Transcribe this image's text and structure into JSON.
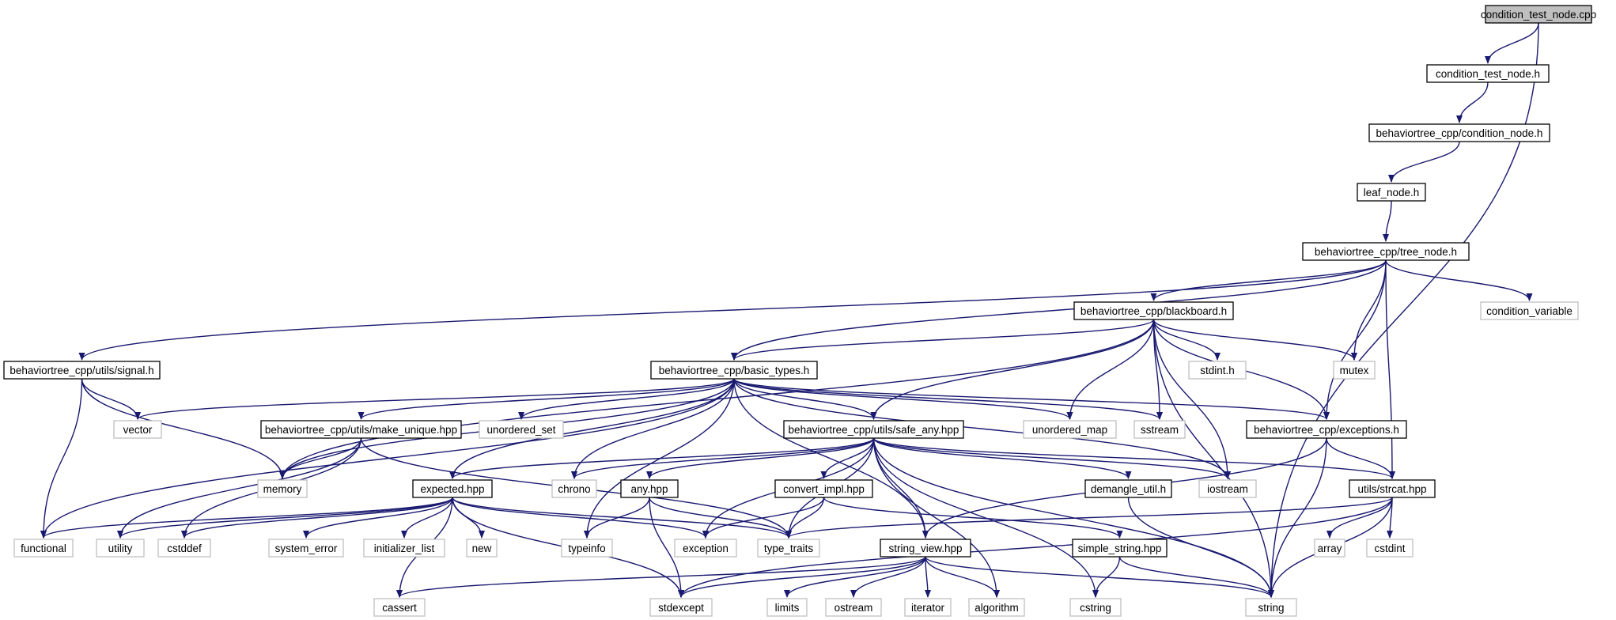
{
  "graph": {
    "colors": {
      "edge": "#191970",
      "local_border": "#000000",
      "system_border": "#bfbfbf",
      "root_fill": "#bfbfbf",
      "text": "#000000"
    },
    "nodes": [
      {
        "id": "root",
        "label": "condition_test_node.cpp",
        "kind": "root"
      },
      {
        "id": "cth",
        "label": "condition_test_node.h",
        "kind": "local"
      },
      {
        "id": "cnh",
        "label": "behaviortree_cpp/condition_node.h",
        "kind": "local"
      },
      {
        "id": "leaf",
        "label": "leaf_node.h",
        "kind": "local"
      },
      {
        "id": "tree",
        "label": "behaviortree_cpp/tree_node.h",
        "kind": "local"
      },
      {
        "id": "bb",
        "label": "behaviortree_cpp/blackboard.h",
        "kind": "local"
      },
      {
        "id": "condvar",
        "label": "condition_variable",
        "kind": "system"
      },
      {
        "id": "signal",
        "label": "behaviortree_cpp/utils/signal.h",
        "kind": "local"
      },
      {
        "id": "basic",
        "label": "behaviortree_cpp/basic_types.h",
        "kind": "local"
      },
      {
        "id": "stdint",
        "label": "stdint.h",
        "kind": "system"
      },
      {
        "id": "mutex",
        "label": "mutex",
        "kind": "system"
      },
      {
        "id": "vector",
        "label": "vector",
        "kind": "system"
      },
      {
        "id": "make_unique",
        "label": "behaviortree_cpp/utils/make_unique.hpp",
        "kind": "local"
      },
      {
        "id": "unordered_set",
        "label": "unordered_set",
        "kind": "system"
      },
      {
        "id": "safe_any",
        "label": "behaviortree_cpp/utils/safe_any.hpp",
        "kind": "local"
      },
      {
        "id": "unordered_map",
        "label": "unordered_map",
        "kind": "system"
      },
      {
        "id": "sstream",
        "label": "sstream",
        "kind": "system"
      },
      {
        "id": "exceptions",
        "label": "behaviortree_cpp/exceptions.h",
        "kind": "local"
      },
      {
        "id": "memory",
        "label": "memory",
        "kind": "system"
      },
      {
        "id": "expected",
        "label": "expected.hpp",
        "kind": "local"
      },
      {
        "id": "chrono",
        "label": "chrono",
        "kind": "system"
      },
      {
        "id": "anyhpp",
        "label": "any.hpp",
        "kind": "local"
      },
      {
        "id": "convert",
        "label": "convert_impl.hpp",
        "kind": "local"
      },
      {
        "id": "demangle",
        "label": "demangle_util.h",
        "kind": "local"
      },
      {
        "id": "iostream",
        "label": "iostream",
        "kind": "system"
      },
      {
        "id": "strcat",
        "label": "utils/strcat.hpp",
        "kind": "local"
      },
      {
        "id": "functional",
        "label": "functional",
        "kind": "system"
      },
      {
        "id": "utility",
        "label": "utility",
        "kind": "system"
      },
      {
        "id": "cstddef",
        "label": "cstddef",
        "kind": "system"
      },
      {
        "id": "system_error",
        "label": "system_error",
        "kind": "system"
      },
      {
        "id": "initializer_list",
        "label": "initializer_list",
        "kind": "system"
      },
      {
        "id": "new",
        "label": "new",
        "kind": "system"
      },
      {
        "id": "typeinfo",
        "label": "typeinfo",
        "kind": "system"
      },
      {
        "id": "exception",
        "label": "exception",
        "kind": "system"
      },
      {
        "id": "type_traits",
        "label": "type_traits",
        "kind": "system"
      },
      {
        "id": "string_view",
        "label": "string_view.hpp",
        "kind": "local"
      },
      {
        "id": "simple_string",
        "label": "simple_string.hpp",
        "kind": "local"
      },
      {
        "id": "array",
        "label": "array",
        "kind": "system"
      },
      {
        "id": "cstdint",
        "label": "cstdint",
        "kind": "system"
      },
      {
        "id": "cassert",
        "label": "cassert",
        "kind": "system"
      },
      {
        "id": "stdexcept",
        "label": "stdexcept",
        "kind": "system"
      },
      {
        "id": "limits",
        "label": "limits",
        "kind": "system"
      },
      {
        "id": "ostream",
        "label": "ostream",
        "kind": "system"
      },
      {
        "id": "iterator",
        "label": "iterator",
        "kind": "system"
      },
      {
        "id": "algorithm",
        "label": "algorithm",
        "kind": "system"
      },
      {
        "id": "cstring",
        "label": "cstring",
        "kind": "system"
      },
      {
        "id": "string",
        "label": "string",
        "kind": "system"
      }
    ],
    "edges": [
      [
        "root",
        "cth"
      ],
      [
        "root",
        "string"
      ],
      [
        "cth",
        "cnh"
      ],
      [
        "cnh",
        "leaf"
      ],
      [
        "leaf",
        "tree"
      ],
      [
        "tree",
        "bb"
      ],
      [
        "tree",
        "condvar"
      ],
      [
        "tree",
        "signal"
      ],
      [
        "tree",
        "basic"
      ],
      [
        "tree",
        "mutex"
      ],
      [
        "tree",
        "exceptions"
      ],
      [
        "tree",
        "strcat"
      ],
      [
        "signal",
        "vector"
      ],
      [
        "signal",
        "memory"
      ],
      [
        "signal",
        "functional"
      ],
      [
        "bb",
        "basic"
      ],
      [
        "bb",
        "stdint"
      ],
      [
        "bb",
        "mutex"
      ],
      [
        "bb",
        "memory"
      ],
      [
        "bb",
        "safe_any"
      ],
      [
        "bb",
        "unordered_map"
      ],
      [
        "bb",
        "sstream"
      ],
      [
        "bb",
        "exceptions"
      ],
      [
        "bb",
        "iostream"
      ],
      [
        "bb",
        "string"
      ],
      [
        "basic",
        "vector"
      ],
      [
        "basic",
        "make_unique"
      ],
      [
        "basic",
        "unordered_set"
      ],
      [
        "basic",
        "safe_any"
      ],
      [
        "basic",
        "unordered_map"
      ],
      [
        "basic",
        "sstream"
      ],
      [
        "basic",
        "exceptions"
      ],
      [
        "basic",
        "memory"
      ],
      [
        "basic",
        "expected"
      ],
      [
        "basic",
        "chrono"
      ],
      [
        "basic",
        "iostream"
      ],
      [
        "basic",
        "functional"
      ],
      [
        "basic",
        "typeinfo"
      ],
      [
        "basic",
        "string_view"
      ],
      [
        "make_unique",
        "memory"
      ],
      [
        "make_unique",
        "utility"
      ],
      [
        "make_unique",
        "cstddef"
      ],
      [
        "make_unique",
        "type_traits"
      ],
      [
        "safe_any",
        "expected"
      ],
      [
        "safe_any",
        "chrono"
      ],
      [
        "safe_any",
        "anyhpp"
      ],
      [
        "safe_any",
        "convert"
      ],
      [
        "safe_any",
        "demangle"
      ],
      [
        "safe_any",
        "iostream"
      ],
      [
        "safe_any",
        "strcat"
      ],
      [
        "safe_any",
        "exception"
      ],
      [
        "safe_any",
        "type_traits"
      ],
      [
        "safe_any",
        "string_view"
      ],
      [
        "safe_any",
        "algorithm"
      ],
      [
        "safe_any",
        "cstring"
      ],
      [
        "safe_any",
        "string"
      ],
      [
        "exceptions",
        "strcat"
      ],
      [
        "exceptions",
        "string_view"
      ],
      [
        "exceptions",
        "string"
      ],
      [
        "expected",
        "functional"
      ],
      [
        "expected",
        "utility"
      ],
      [
        "expected",
        "cstddef"
      ],
      [
        "expected",
        "system_error"
      ],
      [
        "expected",
        "initializer_list"
      ],
      [
        "expected",
        "new"
      ],
      [
        "expected",
        "exception"
      ],
      [
        "expected",
        "type_traits"
      ],
      [
        "expected",
        "cassert"
      ],
      [
        "expected",
        "stdexcept"
      ],
      [
        "anyhpp",
        "typeinfo"
      ],
      [
        "anyhpp",
        "type_traits"
      ],
      [
        "anyhpp",
        "stdexcept"
      ],
      [
        "convert",
        "exception"
      ],
      [
        "convert",
        "type_traits"
      ],
      [
        "convert",
        "simple_string"
      ],
      [
        "demangle",
        "string"
      ],
      [
        "strcat",
        "array"
      ],
      [
        "strcat",
        "cstdint"
      ],
      [
        "strcat",
        "type_traits"
      ],
      [
        "strcat",
        "string"
      ],
      [
        "strcat",
        "stdexcept"
      ],
      [
        "string_view",
        "cassert"
      ],
      [
        "string_view",
        "stdexcept"
      ],
      [
        "string_view",
        "limits"
      ],
      [
        "string_view",
        "ostream"
      ],
      [
        "string_view",
        "iterator"
      ],
      [
        "string_view",
        "algorithm"
      ],
      [
        "string_view",
        "string"
      ],
      [
        "simple_string",
        "cstring"
      ],
      [
        "simple_string",
        "string"
      ]
    ]
  }
}
